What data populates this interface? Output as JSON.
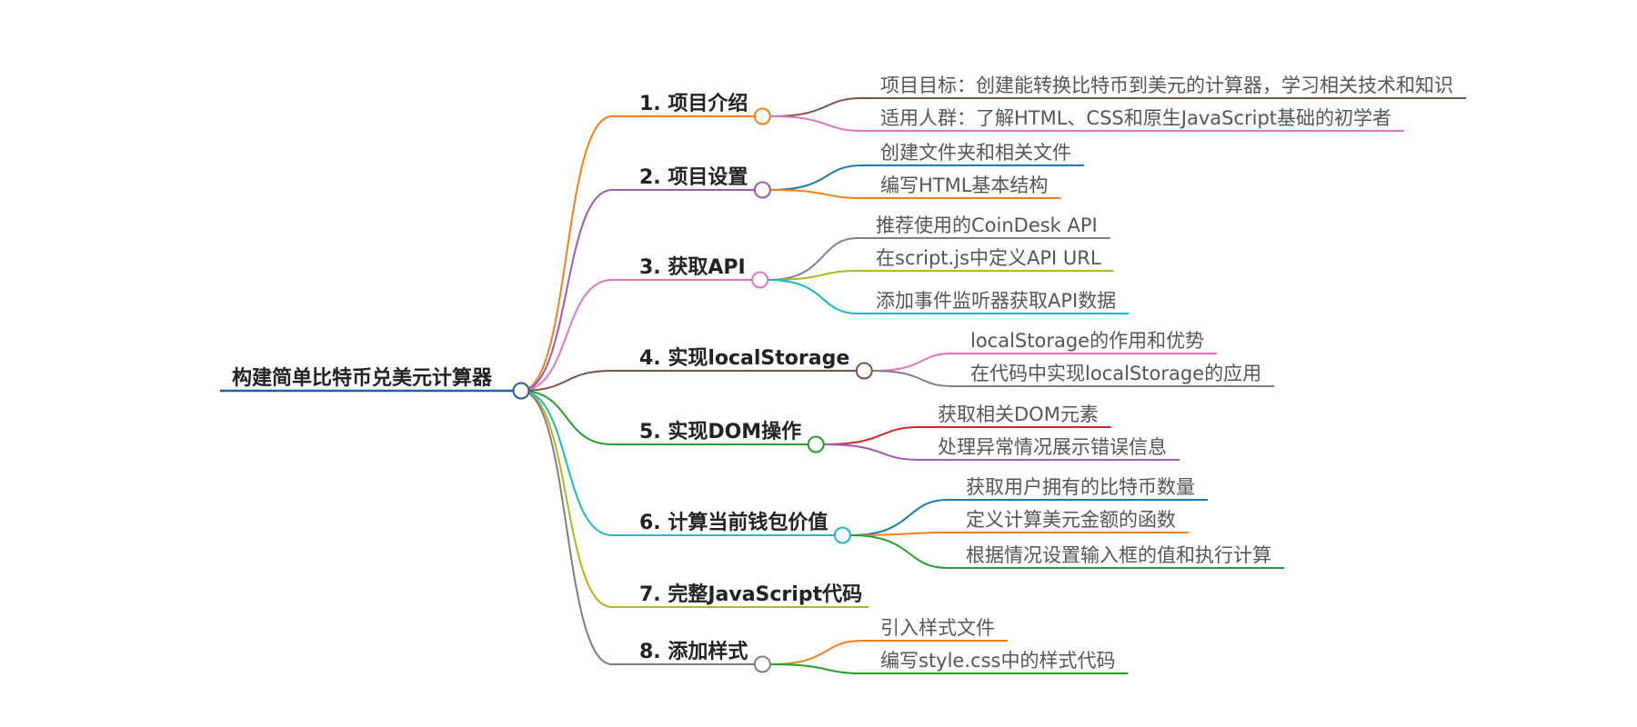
{
  "colors": {
    "root": "#1f5fa8",
    "palette": [
      "#f47f16",
      "#9b59b6",
      "#e673c0",
      "#7b5245",
      "#22a02b",
      "#16b8cc",
      "#b4b51c",
      "#7f7f7f",
      "#d62728",
      "#1f77b4"
    ]
  },
  "mindmap": {
    "root": {
      "label": "构建简单比特币兑美元计算器"
    },
    "branches": [
      {
        "label": "1. 项目介绍",
        "color": "#f47f16",
        "children": [
          {
            "label": "项目目标：创建能转换比特币到美元的计算器，学习相关技术和知识",
            "color": "#7b5245"
          },
          {
            "label": "适用人群：了解HTML、CSS和原生JavaScript基础的初学者",
            "color": "#e673c0"
          }
        ]
      },
      {
        "label": "2. 项目设置",
        "color": "#9b59b6",
        "children": [
          {
            "label": "创建文件夹和相关文件",
            "color": "#1f77b4"
          },
          {
            "label": "编写HTML基本结构",
            "color": "#f47f16"
          }
        ]
      },
      {
        "label": "3. 获取API",
        "color": "#e673c0",
        "children": [
          {
            "label": "推荐使用的CoinDesk API",
            "color": "#7f7f7f"
          },
          {
            "label": "在script.js中定义API URL",
            "color": "#b4b51c"
          },
          {
            "label": "添加事件监听器获取API数据",
            "color": "#16b8cc"
          }
        ]
      },
      {
        "label": "4. 实现localStorage",
        "color": "#7b5245",
        "children": [
          {
            "label": "localStorage的作用和优势",
            "color": "#e673c0"
          },
          {
            "label": "在代码中实现localStorage的应用",
            "color": "#7f7f7f"
          }
        ]
      },
      {
        "label": "5. 实现DOM操作",
        "color": "#22a02b",
        "children": [
          {
            "label": "获取相关DOM元素",
            "color": "#d62728"
          },
          {
            "label": "处理异常情况展示错误信息",
            "color": "#9b59b6"
          }
        ]
      },
      {
        "label": "6. 计算当前钱包价值",
        "color": "#16b8cc",
        "children": [
          {
            "label": "获取用户拥有的比特币数量",
            "color": "#1f77b4"
          },
          {
            "label": "定义计算美元金额的函数",
            "color": "#f47f16"
          },
          {
            "label": "根据情况设置输入框的值和执行计算",
            "color": "#22a02b"
          }
        ]
      },
      {
        "label": "7. 完整JavaScript代码",
        "color": "#b4b51c",
        "children": []
      },
      {
        "label": "8. 添加样式",
        "color": "#7f7f7f",
        "children": [
          {
            "label": "引入样式文件",
            "color": "#f47f16"
          },
          {
            "label": "编写style.css中的样式代码",
            "color": "#22a02b"
          }
        ]
      }
    ]
  }
}
